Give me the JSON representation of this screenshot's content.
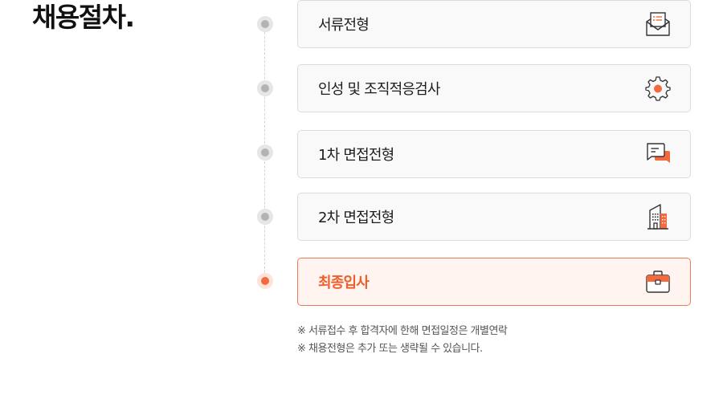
{
  "section": {
    "title": "채용절차."
  },
  "steps": [
    {
      "label": "서류전형",
      "icon": "envelope-document-icon",
      "active": false
    },
    {
      "label": "인성 및 조직적응검사",
      "icon": "gear-icon",
      "active": false
    },
    {
      "label": "1차 면접전형",
      "icon": "chat-bubbles-icon",
      "active": false
    },
    {
      "label": "2차 면접전형",
      "icon": "office-building-icon",
      "active": false
    },
    {
      "label": "최종입사",
      "icon": "briefcase-icon",
      "active": true
    }
  ],
  "notes": [
    "※ 서류접수 후 합격자에 한해 면접일정은 개별연락",
    "※ 채용전형은 추가 또는 생략될 수 있습니다."
  ],
  "colors": {
    "accent": "#F26A3D",
    "accent_bg": "#FFF4F0",
    "card_bg": "#F9F9F9",
    "card_border": "#DCDCDC",
    "dot_inactive": "#B3B3B3"
  }
}
